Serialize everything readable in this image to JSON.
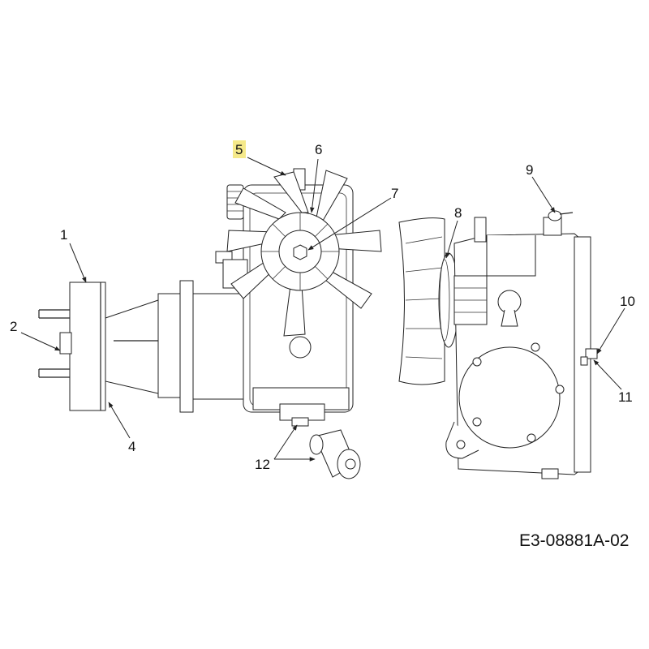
{
  "diagram": {
    "reference_code": "E3-08881A-02",
    "highlight_color": "#f5e98a",
    "callouts": [
      {
        "id": "1",
        "label": "1"
      },
      {
        "id": "2",
        "label": "2"
      },
      {
        "id": "4",
        "label": "4"
      },
      {
        "id": "5",
        "label": "5",
        "highlighted": true
      },
      {
        "id": "6",
        "label": "6"
      },
      {
        "id": "7",
        "label": "7"
      },
      {
        "id": "8",
        "label": "8"
      },
      {
        "id": "9",
        "label": "9"
      },
      {
        "id": "10",
        "label": "10"
      },
      {
        "id": "11",
        "label": "11"
      },
      {
        "id": "12",
        "label": "12"
      }
    ]
  }
}
